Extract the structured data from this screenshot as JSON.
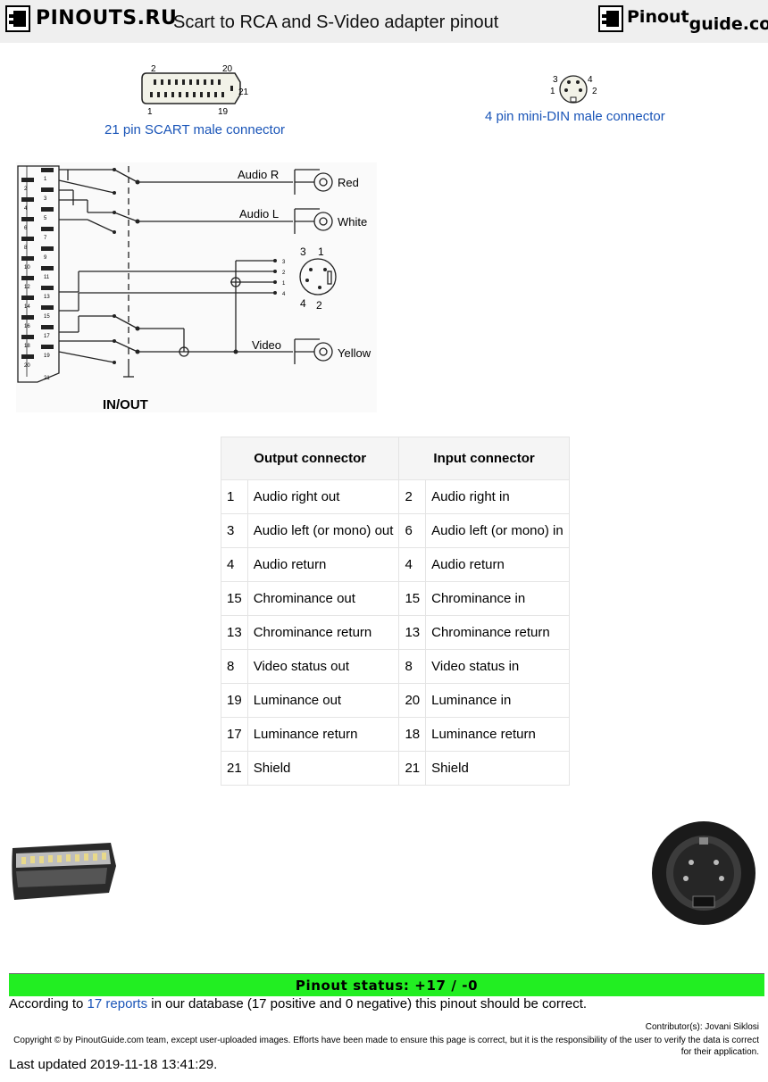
{
  "header": {
    "site_name": "PINOUTS.RU",
    "page_title": "Scart to RCA and S-Video adapter pinout",
    "brand_part1": "Pinout",
    "brand_part2": "guide.com"
  },
  "connectors": {
    "scart_label": "21 pin SCART male connector",
    "scart_pins": {
      "top_left": "2",
      "top_right": "20",
      "side": "21",
      "bottom_left": "1",
      "bottom_right": "19"
    },
    "mindin_label": "4 pin mini-DIN male connector",
    "mindin_pins": {
      "p1": "1",
      "p2": "2",
      "p3": "3",
      "p4": "4"
    }
  },
  "diagram": {
    "audio_r": "Audio R",
    "audio_l": "Audio L",
    "video": "Video",
    "red": "Red",
    "white": "White",
    "yellow": "Yellow",
    "io_label": "IN/OUT",
    "svideo_pins": {
      "p1": "1",
      "p2": "2",
      "p3": "3",
      "p4": "4"
    },
    "svideo_small": {
      "s3": "3",
      "s2": "2",
      "s1": "1",
      "s4": "4"
    },
    "scart_pin_numbers": [
      "1",
      "2",
      "3",
      "4",
      "5",
      "6",
      "7",
      "8",
      "9",
      "10",
      "11",
      "12",
      "13",
      "14",
      "15",
      "16",
      "17",
      "18",
      "19",
      "20",
      "21"
    ]
  },
  "table": {
    "header_output": "Output connector",
    "header_input": "Input connector",
    "rows": [
      {
        "out_pin": "1",
        "out_desc": "Audio right out",
        "in_pin": "2",
        "in_desc": "Audio right in"
      },
      {
        "out_pin": "3",
        "out_desc": "Audio left (or mono) out",
        "in_pin": "6",
        "in_desc": "Audio left (or mono) in"
      },
      {
        "out_pin": "4",
        "out_desc": "Audio return",
        "in_pin": "4",
        "in_desc": "Audio return"
      },
      {
        "out_pin": "15",
        "out_desc": "Chrominance out",
        "in_pin": "15",
        "in_desc": "Chrominance in"
      },
      {
        "out_pin": "13",
        "out_desc": "Chrominance return",
        "in_pin": "13",
        "in_desc": "Chrominance return"
      },
      {
        "out_pin": "8",
        "out_desc": "Video status out",
        "in_pin": "8",
        "in_desc": "Video status in"
      },
      {
        "out_pin": "19",
        "out_desc": "Luminance out",
        "in_pin": "20",
        "in_desc": "Luminance in"
      },
      {
        "out_pin": "17",
        "out_desc": "Luminance return",
        "in_pin": "18",
        "in_desc": "Luminance return"
      },
      {
        "out_pin": "21",
        "out_desc": "Shield",
        "in_pin": "21",
        "in_desc": "Shield"
      }
    ]
  },
  "status": {
    "bar_text": "Pinout status: +17 / -0",
    "according_prefix": "According to ",
    "reports_link": "17 reports",
    "according_suffix": " in our database (17 positive and 0 negative) this pinout should be correct."
  },
  "footer": {
    "contributors": "Contributor(s): Jovani Siklosi",
    "copyright": "Copyright © by PinoutGuide.com team, except user-uploaded images. Efforts have been made to ensure this page is correct, but it is the responsibility of the user to verify the data is correct for their application.",
    "last_updated": "Last updated 2019-11-18 13:41:29."
  },
  "colors": {
    "link": "#1a55b8",
    "status_green": "#22ee22",
    "header_bg": "#efefef"
  }
}
